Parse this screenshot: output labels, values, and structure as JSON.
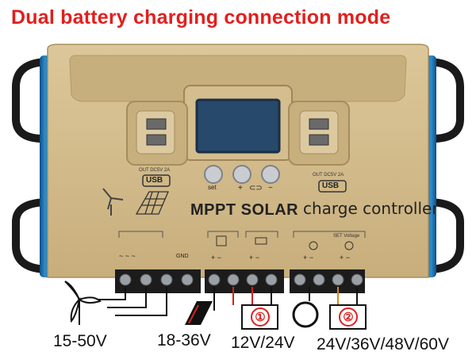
{
  "title": "Dual battery charging connection mode",
  "device": {
    "brand": "MPPT SOLAR",
    "product_label": "charge controller",
    "usb_left_label": "OUT DC5V 2A",
    "usb_right_label": "OUT DC5V 2A",
    "usb_text": "USB",
    "buttons": [
      "set",
      "+",
      "⊂⊃",
      "−"
    ],
    "terminal_labels": {
      "wind": "~  ~  ~",
      "gnd": "GND",
      "pv": "+  −",
      "battery": "+  −",
      "load_header": "SET Voltage",
      "load1": "+  −",
      "load2": "+  −"
    },
    "colors": {
      "body": "#cfb789",
      "accent": "#1f78b4",
      "screen": "#27496b"
    }
  },
  "callouts": {
    "wind_voltage": "15-50V",
    "solar_voltage": "18-36V",
    "battery1_voltage": "12V/24V",
    "battery2_voltage": "24V/36V/48V/60V",
    "battery1_badge": "①",
    "battery2_badge": "②"
  },
  "icons": [
    "wind-turbine-icon",
    "solar-panel-icon",
    "battery-icon",
    "bulb-icon"
  ]
}
